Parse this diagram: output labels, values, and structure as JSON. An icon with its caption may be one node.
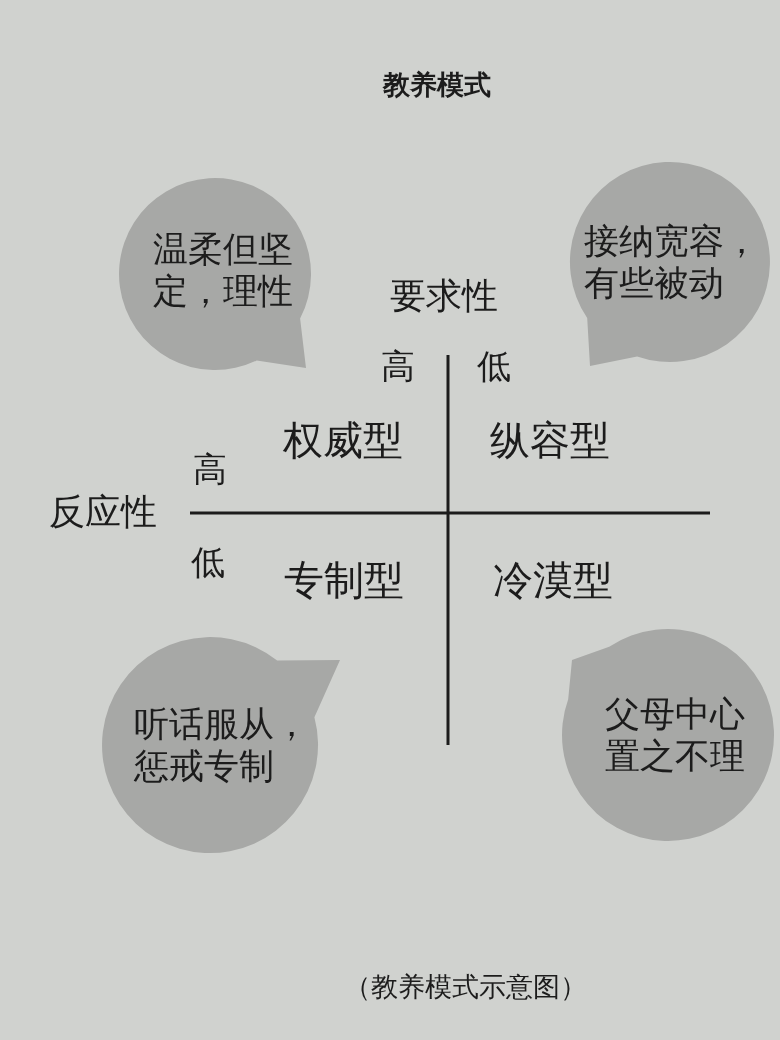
{
  "diagram": {
    "title": "教养模式",
    "caption": "（教养模式示意图）",
    "nodes": [
      {
        "text": [
          "温柔但坚定，理性"
        ]
      },
      {
        "text": [
          "接纳宽容，有些被动"
        ]
      },
      {
        "text": [
          "听话服从，惩戒专制"
        ]
      },
      {
        "text": [
          "父母中心置之不理"
        ]
      }
    ],
    "labels": [
      "要求性",
      "高",
      "低",
      "权威型",
      "纵容型",
      "高",
      "反应性",
      "低",
      "专制型",
      "冷漠型"
    ]
  }
}
